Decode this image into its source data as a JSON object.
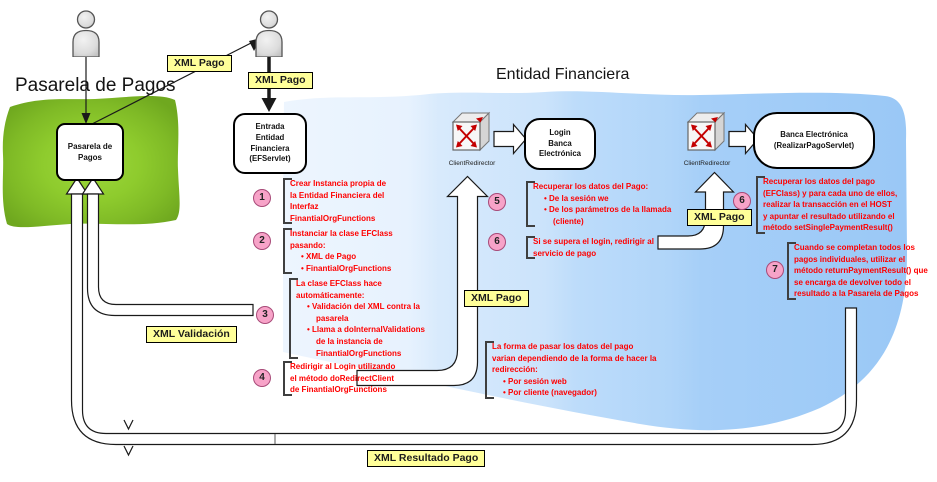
{
  "titles": {
    "pasarela": "Pasarela de Pagos",
    "entidad": "Entidad Financiera"
  },
  "flow_labels": {
    "xml_pago_top": "XML Pago",
    "xml_pago_entrada": "XML Pago",
    "xml_validacion": "XML Validación",
    "xml_pago_login": "XML Pago",
    "xml_pago_banca": "XML Pago",
    "xml_resultado_pago": "XML Resultado Pago"
  },
  "nodes": {
    "pasarela_box": {
      "line1": "Pasarela de",
      "line2": "Pagos"
    },
    "efservlet_box": {
      "line1": "Entrada",
      "line2": "Entidad",
      "line3": "Financiera",
      "line4": "(EFServlet)"
    },
    "login_box": {
      "line1": "Login",
      "line2": "Banca",
      "line3": "Electrónica"
    },
    "banca_box": {
      "line1": "Banca Electrónica",
      "line2": "(RealizarPagoServlet)"
    },
    "client_redirector_left": "ClientRedirector",
    "client_redirector_right": "ClientRedirector"
  },
  "steps": {
    "s1": {
      "num": "1",
      "l0": "Crear Instancia propia de",
      "l1": "la Entidad Financiera del",
      "l2": "Interfaz",
      "l3": "FinantialOrgFunctions"
    },
    "s2": {
      "num": "2",
      "l0": "Instanciar la clase EFClass",
      "l1": "pasando:",
      "l2": "• XML de Pago",
      "l3": "• FinantialOrgFunctions"
    },
    "s3": {
      "num": "3",
      "l0": "La clase EFClass hace",
      "l1": "automáticamente:",
      "l2": "• Validación del XML contra la",
      "l3": "pasarela",
      "l4": "• Llama a doInternalValidations",
      "l5": "de la instancia de",
      "l6": "FinantialOrgFunctions"
    },
    "s4": {
      "num": "4",
      "l0": "Redirigir al Login utilizando",
      "l1": "el método doRedirectClient",
      "l2": "de FinantialOrgFunctions"
    },
    "s5": {
      "num": "5",
      "l0": "Recuperar los datos del Pago:",
      "l1": "• De la sesión we",
      "l2": "• De los parámetros de la llamada",
      "l3": "(cliente)"
    },
    "s6": {
      "num": "6",
      "l0": "Si se supera el login, redirigir al",
      "l1": "servicio de pago"
    },
    "s6b": {
      "num": "6",
      "l0": "Recuperar los datos del pago",
      "l1": "(EFClass) y para cada uno de ellos,",
      "l2": "realizar la transacción en el HOST",
      "l3": "y apuntar el resultado utilizando el",
      "l4": "método setSinglePaymentResult()"
    },
    "s7": {
      "num": "7",
      "l0": "Cuando se completan todos los",
      "l1": "pagos individuales, utilizar el",
      "l2": "método returnPaymentResult() que",
      "l3": "se encarga de devolver todo el",
      "l4": "resultado a la Pasarela de Pagos"
    }
  },
  "note": {
    "l0": "La forma de pasar los datos del pago",
    "l1": "varian dependiendo de la forma de hacer la",
    "l2": "redirección:",
    "l3": "• Por sesión web",
    "l4": "• Por cliente (navegador)"
  },
  "colors": {
    "step_text": "#ff0000",
    "label_bg": "#ffff99",
    "circle_bg": "#f7a3c8",
    "circle_border": "#a84a78",
    "green_blob": "#8bc72e",
    "blue_blob_light": "#eaf3fd",
    "blue_blob_dark": "#9ac8f6",
    "redirector_arrow": "#c40000"
  }
}
